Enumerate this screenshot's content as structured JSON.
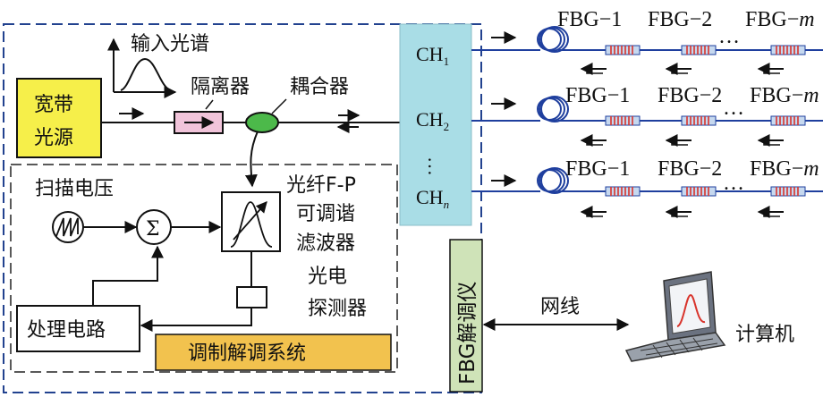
{
  "labels": {
    "input_spectrum": "输入光谱",
    "broadband_source": [
      "宽带",
      "光源"
    ],
    "isolator": "隔离器",
    "coupler": "耦合器",
    "scan_voltage": "扫描电压",
    "sum_symbol": "Σ",
    "fp_filter": [
      "光纤F-P",
      "可调谐",
      "滤波器"
    ],
    "photodetector": [
      "光电",
      "探测器"
    ],
    "processing_circuit": "处理电路",
    "mod_demod_system": "调制解调系统",
    "fbg_demodulator": "FBG解调仪",
    "network_cable": "网线",
    "computer": "计算机",
    "ellipsis": "…"
  },
  "channels": [
    {
      "base": "CH",
      "sub": "1"
    },
    {
      "base": "CH",
      "sub": "2"
    },
    {
      "base": "CH",
      "sub": "n"
    }
  ],
  "fbg_labels": [
    "FBG−1",
    "FBG−2",
    "FBG−",
    "m"
  ],
  "colors": {
    "source_fill": "#f6ef4a",
    "isolator_fill": "#f1c4da",
    "coupler_fill": "#4cb94a",
    "mux_fill": "#a9dde6",
    "fbg_bar_fill": "#c6d8ef",
    "fbg_mark": "#d8342c",
    "demod_fill": "#f2c24e",
    "fbg_demod_fill": "#cfe3b8",
    "dash_border": "#22428f",
    "fiber": "#1f3f9e"
  },
  "icons": [
    "spectrum-icon",
    "sawtooth-icon",
    "filter-curve-icon",
    "fiber-coil-icon",
    "laptop-icon",
    "arrow-icon"
  ]
}
